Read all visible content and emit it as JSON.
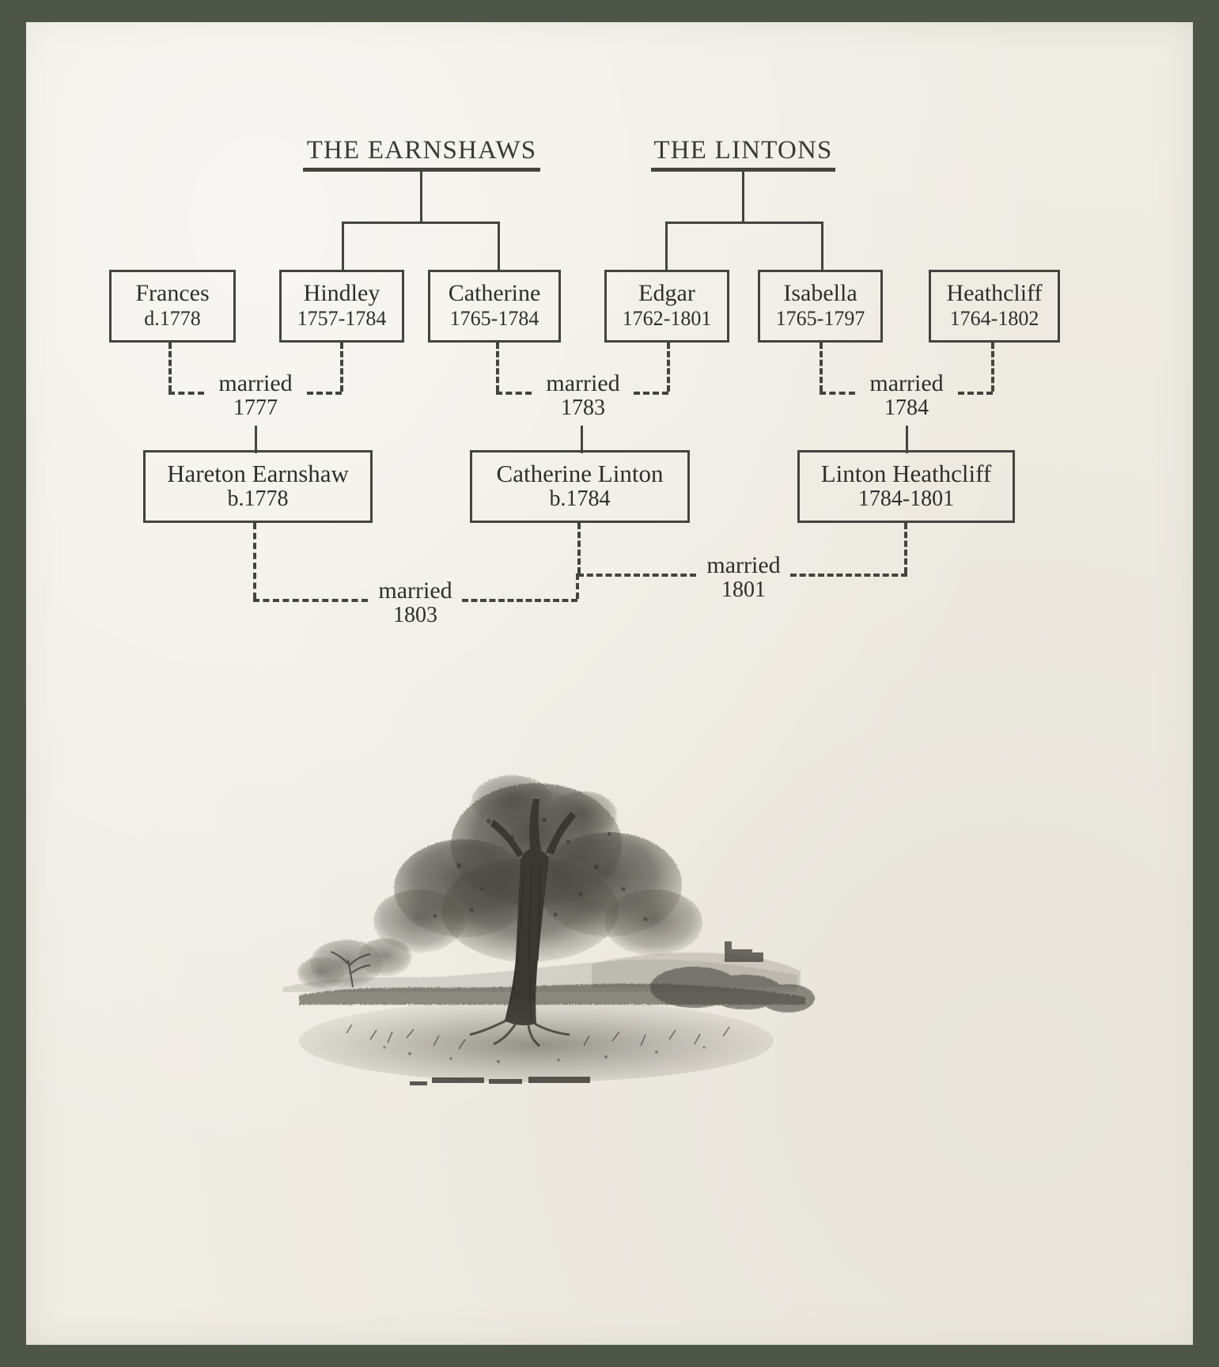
{
  "page": {
    "background_color": "#efece4",
    "frame_color": "#4e5648",
    "ink_color": "#45433e"
  },
  "headings": [
    {
      "id": "earnshaws",
      "label": "THE EARNSHAWS"
    },
    {
      "id": "lintons",
      "label": "THE LINTONS"
    }
  ],
  "generation1": [
    {
      "id": "frances",
      "name": "Frances",
      "dates": "d.1778"
    },
    {
      "id": "hindley",
      "name": "Hindley",
      "dates": "1757-1784"
    },
    {
      "id": "catherine",
      "name": "Catherine",
      "dates": "1765-1784"
    },
    {
      "id": "edgar",
      "name": "Edgar",
      "dates": "1762-1801"
    },
    {
      "id": "isabella",
      "name": "Isabella",
      "dates": "1765-1797"
    },
    {
      "id": "heathcliff",
      "name": "Heathcliff",
      "dates": "1764-1802"
    }
  ],
  "generation2": [
    {
      "id": "hareton",
      "name": "Hareton Earnshaw",
      "dates": "b.1778"
    },
    {
      "id": "catherine-linton",
      "name": "Catherine Linton",
      "dates": "b.1784"
    },
    {
      "id": "linton-heathcliff",
      "name": "Linton Heathcliff",
      "dates": "1784-1801"
    }
  ],
  "marriages": [
    {
      "id": "m-frances-hindley",
      "label": "married",
      "year": "1777"
    },
    {
      "id": "m-catherine-edgar",
      "label": "married",
      "year": "1783"
    },
    {
      "id": "m-isabella-heath",
      "label": "married",
      "year": "1784"
    },
    {
      "id": "m-hareton-catherine",
      "label": "married",
      "year": "1803"
    },
    {
      "id": "m-catherine-linton",
      "label": "married",
      "year": "1801"
    }
  ],
  "illustration": {
    "name": "tree-landscape-engraving",
    "caption": ""
  }
}
